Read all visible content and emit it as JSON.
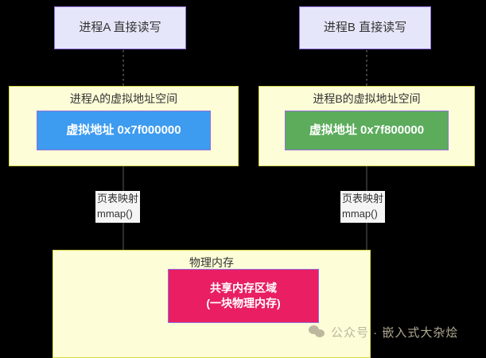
{
  "diagram": {
    "background_color": "#000000",
    "process_a_box": {
      "label": "进程A 直接读写",
      "fill": "#e6e6fa",
      "stroke": "#9370db"
    },
    "process_b_box": {
      "label": "进程B 直接读写",
      "fill": "#e6e6fa",
      "stroke": "#9370db"
    },
    "vspace_a": {
      "title": "进程A的虚拟地址空间",
      "fill": "#fdfdd8",
      "stroke": "#d6d64a",
      "address_box": {
        "label": "虚拟地址 0x7f000000",
        "fill": "#3d9bf0",
        "stroke": "#9370db"
      }
    },
    "vspace_b": {
      "title": "进程B的虚拟地址空间",
      "fill": "#fdfdd8",
      "stroke": "#d6d64a",
      "address_box": {
        "label": "虚拟地址 0x7f800000",
        "fill": "#5cac5c",
        "stroke": "#9370db"
      }
    },
    "physical_memory": {
      "title": "物理内存",
      "fill": "#fdfdd8",
      "stroke": "#d6d64a",
      "shared_box": {
        "line1": "共享内存区域",
        "line2": "(一块物理内存)",
        "fill": "#e91e63",
        "stroke": "#9370db"
      }
    },
    "edge_label_left": {
      "line1": "页表映射",
      "line2": "mmap()"
    },
    "edge_label_right": {
      "line1": "页表映射",
      "line2": "mmap()"
    },
    "watermark": {
      "icon": "wechat-icon",
      "text": "公众号 · 嵌入式大杂烩",
      "color": "#b9b49a"
    }
  }
}
